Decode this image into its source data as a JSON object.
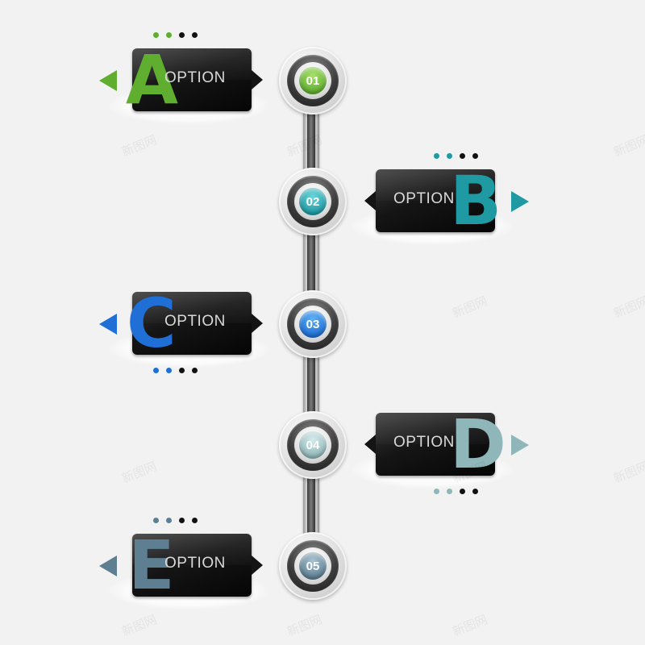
{
  "steps": [
    {
      "number": "01",
      "letter": "A",
      "label": "OPTION",
      "color": "#5fae2f",
      "light": "#a8e06a",
      "side": "left"
    },
    {
      "number": "02",
      "letter": "B",
      "label": "OPTION",
      "color": "#1f9aa3",
      "light": "#6cd4da",
      "side": "right"
    },
    {
      "number": "03",
      "letter": "C",
      "label": "OPTION",
      "color": "#1f6fd6",
      "light": "#5fb0f2",
      "side": "left"
    },
    {
      "number": "04",
      "letter": "D",
      "label": "OPTION",
      "color": "#8fb6b8",
      "light": "#d6ecec",
      "side": "right"
    },
    {
      "number": "05",
      "letter": "E",
      "label": "OPTION",
      "color": "#5e7f91",
      "light": "#a9c3d1",
      "side": "left"
    }
  ],
  "dot_neutral_color": "#111111",
  "watermark": "新图网"
}
